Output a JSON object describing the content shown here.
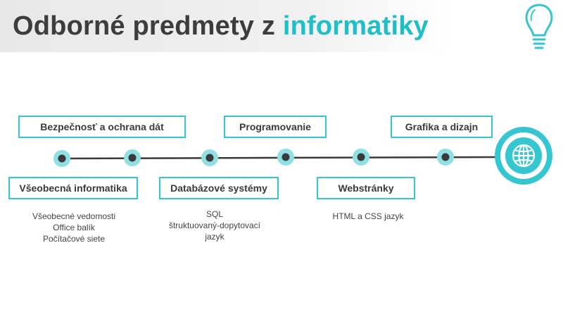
{
  "header": {
    "title_part1": "Odborné predmety z ",
    "title_part2": "informatiky"
  },
  "colors": {
    "accent": "#35c6cf",
    "title_accent": "#1fbfc8",
    "title_dark": "#3d3d3d",
    "line": "#3a3a3a",
    "dot_halo": "#8fdfe4"
  },
  "icons": {
    "logo": "lightbulb-icon",
    "end": "globe-icon"
  },
  "steps": [
    {
      "label": "Všeobecná informatika",
      "position": "below",
      "details": [
        "Všeobecné vedomosti",
        "Office balík",
        "Počítačové siete"
      ]
    },
    {
      "label": "Bezpečnosť a ochrana dát",
      "position": "above",
      "details": []
    },
    {
      "label": "Databázové systémy",
      "position": "below",
      "details": [
        "SQL",
        "štruktuovaný-dopytovací",
        "jazyk"
      ]
    },
    {
      "label": "Programovanie",
      "position": "above",
      "details": []
    },
    {
      "label": "Webstránky",
      "position": "below",
      "details": [
        "HTML a CSS jazyk"
      ]
    },
    {
      "label": "Grafika a dizajn",
      "position": "above",
      "details": []
    }
  ]
}
